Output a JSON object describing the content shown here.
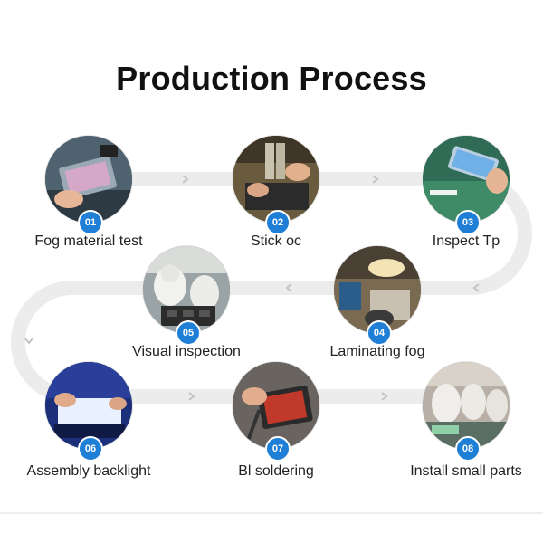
{
  "title": "Production Process",
  "colors": {
    "badge": "#1f7fd6",
    "track": "#ececec",
    "arrow": "#c4c4c4"
  },
  "steps": [
    {
      "number": "01",
      "label": "Fog material test"
    },
    {
      "number": "02",
      "label": "Stick oc"
    },
    {
      "number": "03",
      "label": "Inspect Tp"
    },
    {
      "number": "04",
      "label": "Laminating fog"
    },
    {
      "number": "05",
      "label": "Visual inspection"
    },
    {
      "number": "06",
      "label": "Assembly backlight"
    },
    {
      "number": "07",
      "label": "Bl soldering"
    },
    {
      "number": "08",
      "label": "Install small parts"
    }
  ]
}
